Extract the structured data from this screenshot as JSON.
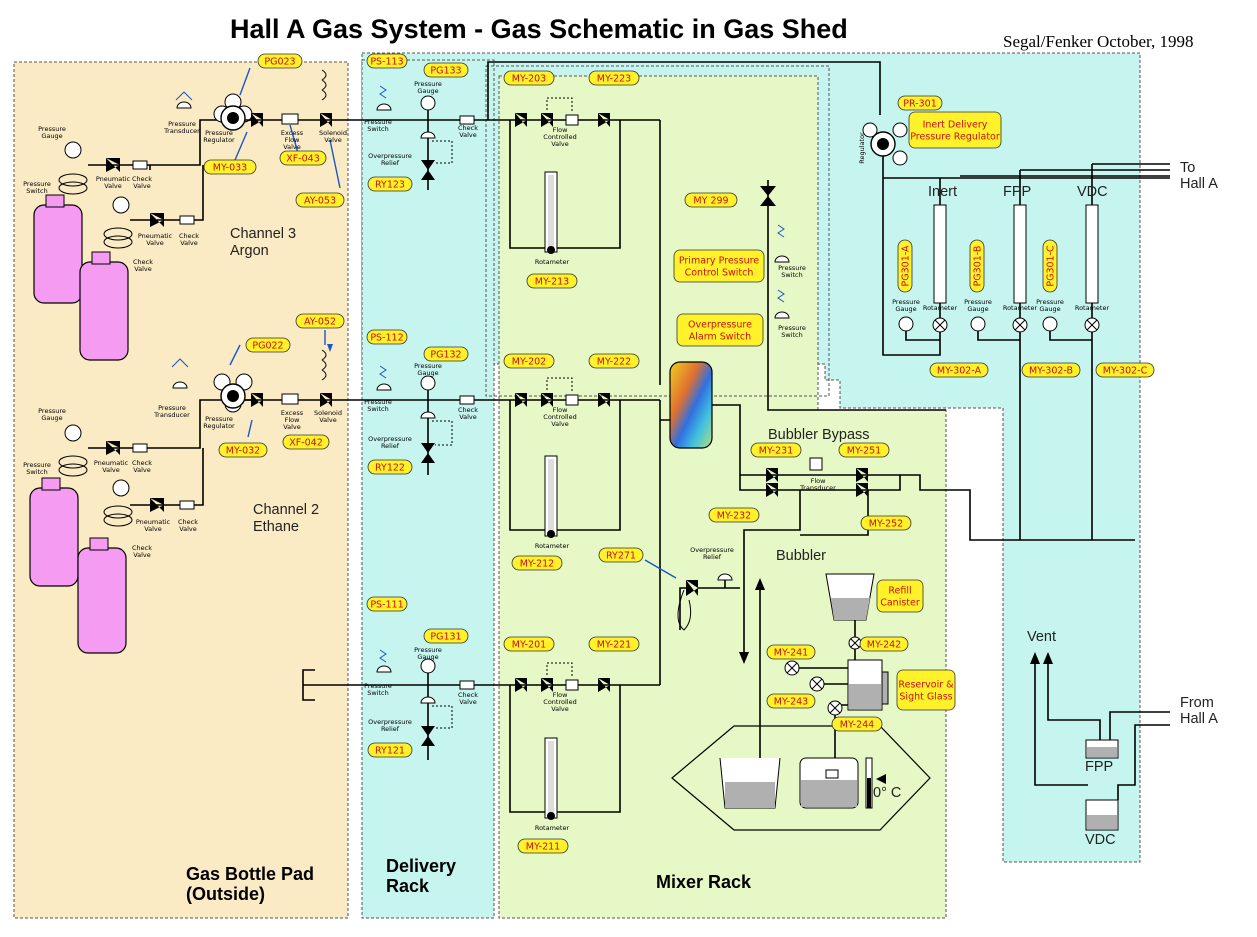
{
  "title": "Hall A Gas System - Gas Schematic in Gas Shed",
  "credit": "Segal/Fenker October, 1998",
  "regions": {
    "pad": "Gas Bottle Pad\n(Outside)",
    "delivery": "Delivery\nRack",
    "mixer": "Mixer Rack"
  },
  "channels": {
    "ch3_name": "Channel 3",
    "ch3_gas": "Argon",
    "ch2_name": "Channel 2",
    "ch2_gas": "Ethane"
  },
  "labels": {
    "inert": "Inert",
    "fpp": "FPP",
    "vdc": "VDC",
    "to_hall_a": "To\nHall A",
    "from_hall_a": "From\nHall A",
    "vent": "Vent",
    "bubbler_bypass": "Bubbler Bypass",
    "bubbler": "Bubbler",
    "zero_c": "0° C",
    "fpp_small": "FPP",
    "vdc_small": "VDC"
  },
  "small_labels": {
    "pressure_gauge": "Pressure\nGauge",
    "pressure_switch": "Pressure\nSwitch",
    "pneumatic_valve": "Pneumatic\nValve",
    "check_valve": "Check\nValve",
    "pressure_transducer": "Pressure\nTransducer",
    "pressure_regulator": "Pressure\nRegulator",
    "excess_flow_valve": "Excess\nFlow\nValve",
    "solenoid_valve": "Solenoid\nValve",
    "overpressure_relief": "Overpressure\nRelief",
    "flow_controlled_valve": "Flow\nControlled\nValve",
    "rotameter": "Rotameter",
    "flow_transducer": "Flow\nTransducer",
    "regulator": "Regulator",
    "overpressure_relief2": "Overpressure\nRelief"
  },
  "tags": {
    "pg023": "PG023",
    "my033": "MY-033",
    "xf043": "XF-043",
    "ay053": "AY-053",
    "ps113": "PS-113",
    "pg133": "PG133",
    "ry123": "RY123",
    "my203": "MY-203",
    "my223": "MY-223",
    "my213": "MY-213",
    "pr301": "PR-301",
    "my299": "MY 299",
    "pg301a": "PG301-A",
    "pg301b": "PG301-B",
    "pg301c": "PG301-C",
    "my302a": "MY-302-A",
    "my302b": "MY-302-B",
    "my302c": "MY-302-C",
    "ay052": "AY-052",
    "pg022": "PG022",
    "my032": "MY-032",
    "xf042": "XF-042",
    "ps112": "PS-112",
    "pg132": "PG132",
    "ry122": "RY122",
    "my202": "MY-202",
    "my222": "MY-222",
    "my212": "MY-212",
    "my231": "MY-231",
    "my251": "MY-251",
    "my232": "MY-232",
    "my252": "MY-252",
    "ry271": "RY271",
    "ps111": "PS-111",
    "pg131": "PG131",
    "ry121": "RY121",
    "my201": "MY-201",
    "my221": "MY-221",
    "my211": "MY-211",
    "my241": "MY-241",
    "my242": "MY-242",
    "my243": "MY-243",
    "my244": "MY-244"
  },
  "boxes": {
    "inert_delivery": "Inert  Delivery\nPressure Regulator",
    "primary_pressure": "Primary Pressure\nControl Switch",
    "overpressure_alarm": "Overpressure\nAlarm Switch",
    "refill": "Refill\nCanister",
    "reservoir": "Reservoir &\nSight Glass"
  },
  "colors": {
    "pad_bg": "#fbebc4",
    "cyan_bg": "#c6f5f0",
    "green_bg": "#e6f8c5",
    "tag_fill": "#fff22a",
    "tag_text": "#cc1010",
    "cylinder": "#f59cf2",
    "annotation_blue": "#1a55cc"
  }
}
